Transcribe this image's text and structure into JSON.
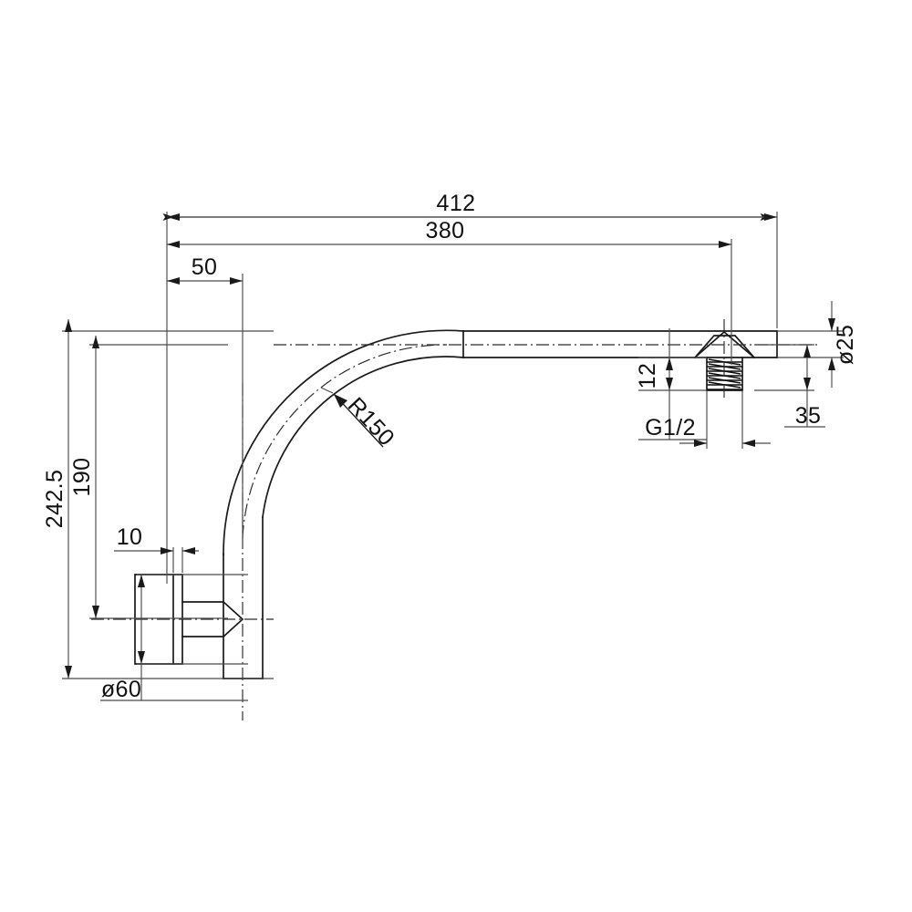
{
  "drawing": {
    "title": "Wall mounted shower arm technical drawing",
    "type": "engineering-dimension-drawing",
    "units": "mm",
    "background_color": "#ffffff",
    "line_color": "#1a1a1a",
    "dimension_color": "#4a4a4a",
    "text_color": "#111111"
  },
  "dimensions": {
    "overall_length": "412",
    "outlet_length": "380",
    "wall_offset": "50",
    "overall_height": "242.5",
    "arm_height": "190",
    "flange_thickness": "10",
    "flange_diameter": "ø60",
    "tube_diameter": "ø25",
    "thread_height": "12",
    "boss_height": "35",
    "bend_radius": "R150",
    "thread_size": "G1/2"
  },
  "labels": [
    {
      "id": "len-412",
      "text": "412",
      "kind": "horizontal-dimension"
    },
    {
      "id": "len-380",
      "text": "380",
      "kind": "horizontal-dimension"
    },
    {
      "id": "len-50",
      "text": "50",
      "kind": "horizontal-dimension"
    },
    {
      "id": "hgt-2425",
      "text": "242.5",
      "kind": "vertical-dimension"
    },
    {
      "id": "hgt-190",
      "text": "190",
      "kind": "vertical-dimension"
    },
    {
      "id": "thk-10",
      "text": "10",
      "kind": "horizontal-dimension"
    },
    {
      "id": "dia-60",
      "text": "ø60",
      "kind": "diameter-dimension"
    },
    {
      "id": "dia-25",
      "text": "ø25",
      "kind": "diameter-dimension"
    },
    {
      "id": "thr-12",
      "text": "12",
      "kind": "vertical-dimension"
    },
    {
      "id": "bos-35",
      "text": "35",
      "kind": "vertical-dimension"
    },
    {
      "id": "rad-150",
      "text": "R150",
      "kind": "radius-callout"
    },
    {
      "id": "thread-g",
      "text": "G1/2",
      "kind": "thread-callout"
    }
  ]
}
